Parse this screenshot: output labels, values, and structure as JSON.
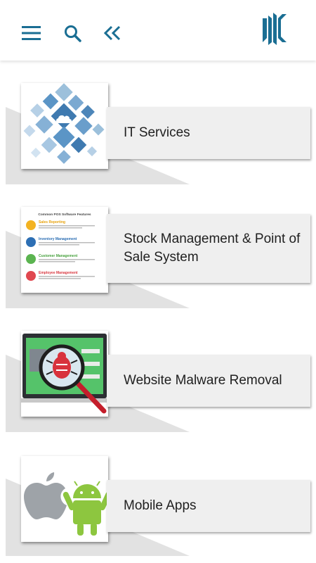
{
  "header": {
    "menu_icon": "hamburger-menu-icon",
    "search_icon": "search-icon",
    "collapse_icon": "double-chevron-left-icon",
    "logo_icon": "brand-logo",
    "accent_color": "#1a6e93"
  },
  "services": [
    {
      "title": "IT Services",
      "image": "it-services-cloud-icons-image"
    },
    {
      "title": "Stock Management & Point of Sale System",
      "image": "pos-software-features-image",
      "image_text": {
        "heading": "Common POS Software Features",
        "items": [
          "Sales Reporting",
          "Inventory Management",
          "Customer Management",
          "Employee Management"
        ]
      }
    },
    {
      "title": "Website Malware Removal",
      "image": "malware-bug-magnifier-image"
    },
    {
      "title": "Mobile Apps",
      "image": "apple-android-logos-image"
    }
  ]
}
